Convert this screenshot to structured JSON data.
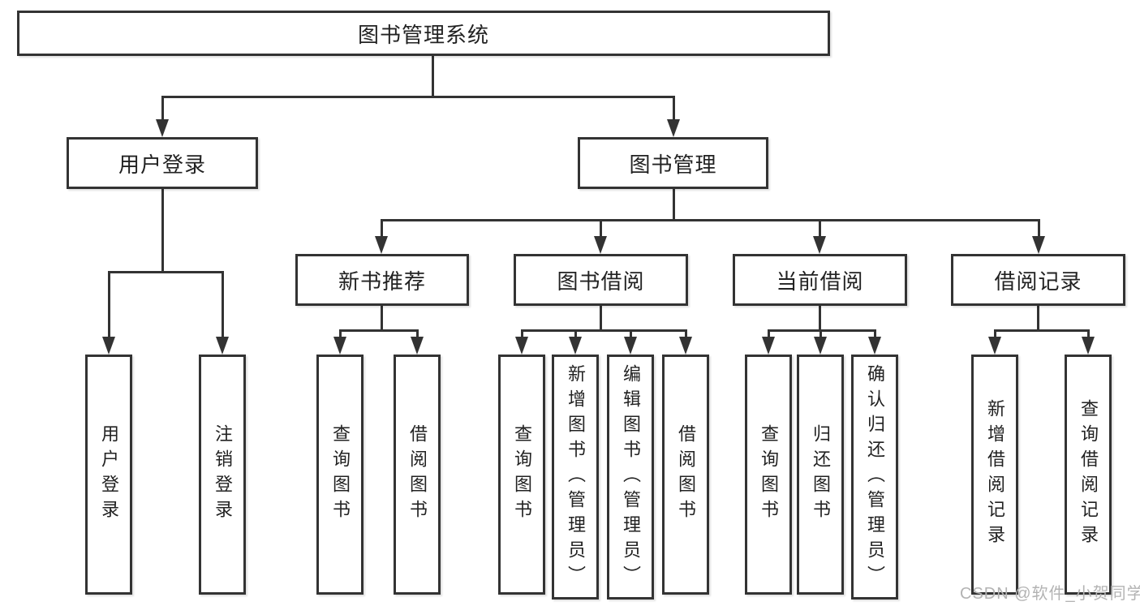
{
  "diagram_title": "图书管理系统",
  "nodes": {
    "root": "图书管理系统",
    "user_login": "用户登录",
    "book_mgmt": "图书管理",
    "new_book": "新书推荐",
    "book_borrow": "图书借阅",
    "current_borrow": "当前借阅",
    "borrow_records": "借阅记录",
    "leaf_user_login": "用户登录",
    "leaf_logout": "注销登录",
    "leaf_nb_query": "查询图书",
    "leaf_nb_borrow": "借阅图书",
    "leaf_bb_query": "查询图书",
    "leaf_bb_add": "新增图书（管理员）",
    "leaf_bb_edit": "编辑图书（管理员）",
    "leaf_bb_borrow": "借阅图书",
    "leaf_cb_query": "查询图书",
    "leaf_cb_return": "归还图书",
    "leaf_cb_confirm": "确认归还（管理员）",
    "leaf_br_add": "新增借阅记录",
    "leaf_br_query": "查询借阅记录"
  },
  "hierarchy": {
    "图书管理系统": {
      "用户登录": [
        "用户登录",
        "注销登录"
      ],
      "图书管理": {
        "新书推荐": [
          "查询图书",
          "借阅图书"
        ],
        "图书借阅": [
          "查询图书",
          "新增图书（管理员）",
          "编辑图书（管理员）",
          "借阅图书"
        ],
        "当前借阅": [
          "查询图书",
          "归还图书",
          "确认归还（管理员）"
        ],
        "借阅记录": [
          "新增借阅记录",
          "查询借阅记录"
        ]
      }
    }
  },
  "watermark": "CSDN @软件_小贺同学",
  "colors": {
    "line": "#333333",
    "box_background": "#ffffff",
    "text": "#222222",
    "watermark": "#b3b3b3"
  }
}
